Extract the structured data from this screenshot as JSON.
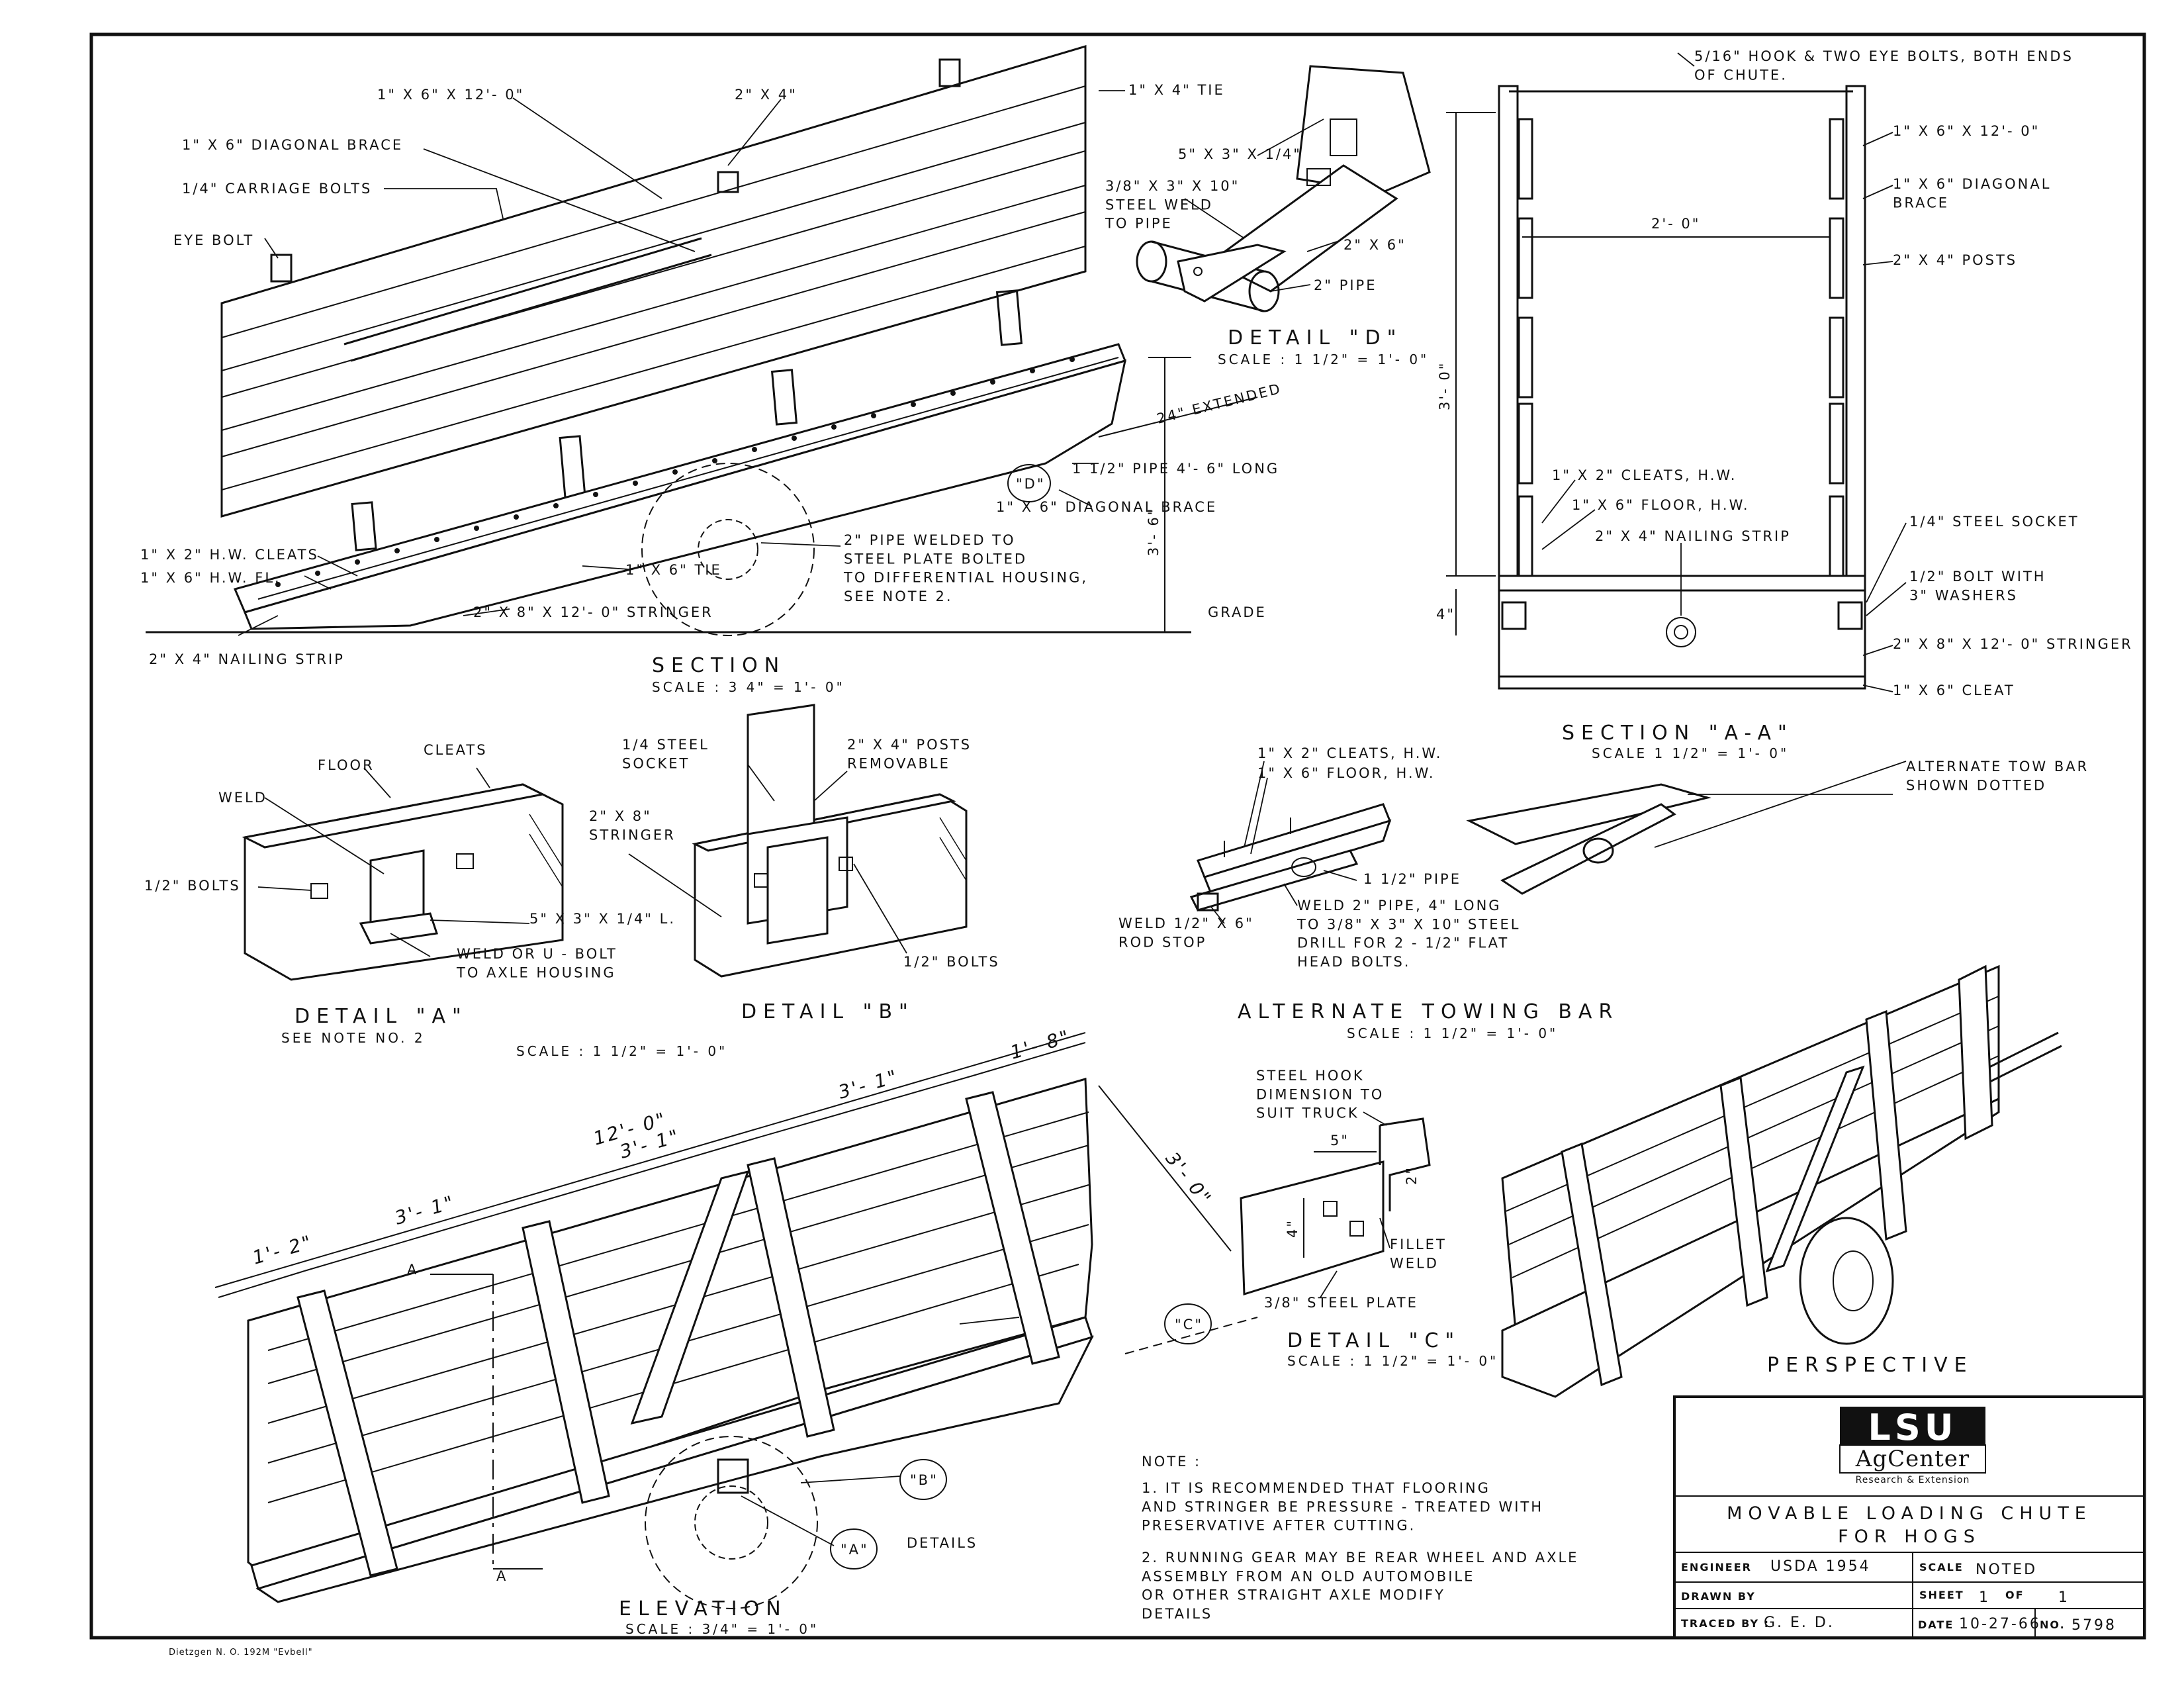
{
  "section": {
    "labels": {
      "size_1x6x12": "1\" X 6\" X 12'- 0\"",
      "size_2x4": "2\" X 4\"",
      "tie_1x4": "1\" X 4\" TIE",
      "diagonal_brace": "1\" X 6\" DIAGONAL BRACE",
      "carriage_bolts": "1/4\" CARRIAGE BOLTS",
      "eye_bolt": "EYE BOLT",
      "extended": "24\" EXTENDED",
      "pipe": "1 1/2\" PIPE 4'- 6\" LONG",
      "detail_d_callout": "\"D\"",
      "diagonal_brace_2": "1\" X 6\" DIAGONAL BRACE",
      "hw_cleats": "1\" X 2\" H.W. CLEATS",
      "hw_floor": "1\" X 6\" H.W. FL.",
      "tie_1x6": "1\" X 6\" TIE",
      "pipe_welded": "2\" PIPE WELDED TO\nSTEEL PLATE BOLTED\nTO DIFFERENTIAL HOUSING,\nSEE NOTE 2.",
      "stringer": "2\" X 8\" X 12'- 0\" STRINGER",
      "nailing_strip": "2\" X 4\" NAILING STRIP",
      "height": "3'- 6\"",
      "grade": "GRADE"
    },
    "title": "SECTION",
    "scale": "SCALE : 3 4\" = 1'- 0\""
  },
  "detail_d": {
    "labels": {
      "angle": "5\" X 3\" X 1/4\"",
      "plate": "3/8\" X 3\" X 10\"\nSTEEL WELD\nTO PIPE",
      "board": "2\" X 6\"",
      "pipe": "2\" PIPE"
    },
    "title": "DETAIL \"D\"",
    "scale": "SCALE : 1 1/2\" = 1'- 0\""
  },
  "section_aa": {
    "labels": {
      "hook": "5/16\" HOOK & TWO EYE BOLTS, BOTH ENDS\nOF CHUTE.",
      "side_board": "1\" X 6\" X 12'- 0\"",
      "diagonal_brace": "1\" X 6\" DIAGONAL\nBRACE",
      "posts": "2\" X 4\" POSTS",
      "width": "2'- 0\"",
      "height": "3'- 0\"",
      "cleats": "1\" X 2\" CLEATS, H.W.",
      "floor": "1\" X 6\" FLOOR, H.W.",
      "nailing_strip": "2\" X 4\" NAILING STRIP",
      "socket": "1/4\" STEEL SOCKET",
      "bolt": "1/2\" BOLT WITH\n3\" WASHERS",
      "stringer": "2\" X 8\" X 12'- 0\" STRINGER",
      "cleat": "1\" X 6\" CLEAT",
      "four_in": "4\""
    },
    "title": "SECTION \"A-A\"",
    "scale": "SCALE 1 1/2\" = 1'- 0\""
  },
  "alternate_tow": {
    "label": "ALTERNATE TOW BAR\nSHOWN DOTTED"
  },
  "detail_a": {
    "labels": {
      "cleats": "CLEATS",
      "floor": "FLOOR",
      "weld": "WELD",
      "bolts": "1/2\" BOLTS",
      "angle": "5\" X 3\" X 1/4\" L.",
      "ubolt": "WELD OR U - BOLT\nTO AXLE HOUSING"
    },
    "title": "DETAIL \"A\"",
    "note": "SEE NOTE NO. 2"
  },
  "detail_b": {
    "labels": {
      "socket": "1/4 STEEL\nSOCKET",
      "posts": "2\" X 4\" POSTS\nREMOVABLE",
      "stringer": "2\" X 8\"\nSTRINGER",
      "bolts": "1/2\" BOLTS"
    },
    "title": "DETAIL \"B\""
  },
  "shared_scale": "SCALE : 1 1/2\" = 1'- 0\"",
  "tow_bar": {
    "labels": {
      "cleats": "1\" X 2\" CLEATS, H.W.",
      "floor": "1\" X 6\" FLOOR, H.W.",
      "pipe": "1 1/2\" PIPE",
      "weld_pipe": "WELD 2\" PIPE, 4\" LONG\nTO 3/8\" X 3\" X 10\" STEEL\nDRILL FOR 2 - 1/2\" FLAT\nHEAD BOLTS.",
      "rod_stop": "WELD 1/2\" X 6\"\nROD STOP"
    },
    "title": "ALTERNATE TOWING BAR",
    "scale": "SCALE : 1 1/2\" = 1'- 0\""
  },
  "elevation": {
    "dims": {
      "d_1_8": "1'- 8\"",
      "d_12_0": "12'- 0\"",
      "d_3_1_a": "3'- 1\"",
      "d_3_1_b": "3'- 1\"",
      "d_3_1_c": "3'- 1\"",
      "d_1_2": "1'- 2\"",
      "d_3_0": "3'- 0\""
    },
    "callouts": {
      "a_top": "A",
      "a_bottom": "A",
      "c": "\"C\"",
      "b": "\"B\"",
      "a": "\"A\"",
      "details": "DETAILS"
    },
    "title": "ELEVATION",
    "scale": "SCALE : 3/4\" = 1'- 0\""
  },
  "detail_c": {
    "labels": {
      "hook": "STEEL HOOK\nDIMENSION TO\nSUIT TRUCK",
      "five": "5\"",
      "four": "4\"",
      "two": "2\"",
      "fillet": "FILLET\nWELD",
      "plate": "3/8\" STEEL PLATE"
    },
    "title": "DETAIL \"C\"",
    "scale": "SCALE : 1 1/2\" = 1'- 0\""
  },
  "perspective": {
    "title": "PERSPECTIVE"
  },
  "notes": {
    "heading": "NOTE :",
    "note1": "1. IT IS RECOMMENDED THAT FLOORING\nAND STRINGER BE PRESSURE - TREATED WITH\nPRESERVATIVE AFTER CUTTING.",
    "note2": "2. RUNNING GEAR MAY BE REAR WHEEL AND AXLE\nASSEMBLY FROM AN OLD AUTOMOBILE\nOR OTHER STRAIGHT AXLE MODIFY\nDETAILS"
  },
  "title_block": {
    "logo_main": "LSU",
    "logo_sub": "AgCenter",
    "logo_tag": "Research & Extension",
    "title_line1": "MOVABLE LOADING CHUTE",
    "title_line2": "FOR HOGS",
    "engineer_label": "ENGINEER",
    "engineer_value": "USDA 1954",
    "scale_label": "SCALE",
    "scale_value": "NOTED",
    "drawn_label": "DRAWN BY",
    "drawn_value": "",
    "sheet_label": "SHEET",
    "sheet_value": "1",
    "of_label": "OF",
    "of_value": "1",
    "traced_label": "TRACED BY :",
    "traced_value": "G. E. D.",
    "date_label": "DATE",
    "date_value": "10-27-66",
    "no_label": "NO.",
    "no_value": "5798"
  },
  "footer": "Dietzgen N. O. 192M \"Evbell\""
}
